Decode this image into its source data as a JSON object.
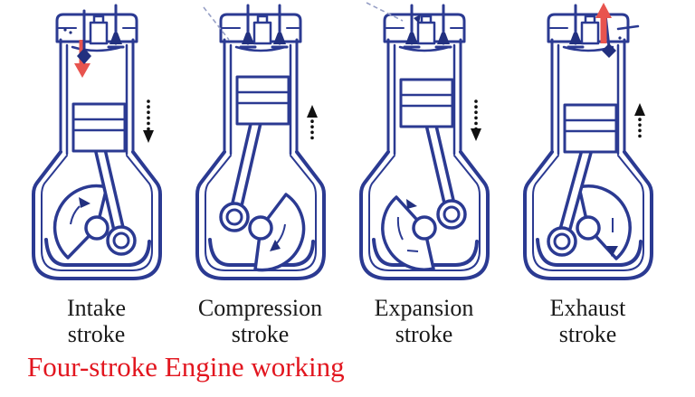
{
  "diagram_title": {
    "text": "Four-stroke Engine working",
    "color": "#e2161f"
  },
  "engines": [
    {
      "name": "Intake stroke",
      "label_line1": "Intake",
      "label_line2": "stroke",
      "piston_motion": "down",
      "valves": {
        "intake": "open",
        "exhaust": "closed"
      },
      "gas_flow": {
        "direction": "in",
        "arrow": "red downward arrow through open intake valve"
      },
      "crank_rotation": "clockwise"
    },
    {
      "name": "Compression stroke",
      "label_line1": "Compression",
      "label_line2": "stroke",
      "piston_motion": "up",
      "valves": {
        "intake": "closed",
        "exhaust": "closed"
      },
      "gas_flow": {
        "direction": "none"
      },
      "crank_rotation": "clockwise"
    },
    {
      "name": "Expansion stroke",
      "label_line1": "Expansion",
      "label_line2": "stroke",
      "piston_motion": "down",
      "valves": {
        "intake": "closed",
        "exhaust": "closed"
      },
      "gas_flow": {
        "direction": "none"
      },
      "crank_rotation": "clockwise"
    },
    {
      "name": "Exhaust stroke",
      "label_line1": "Exhaust",
      "label_line2": "stroke",
      "piston_motion": "up",
      "valves": {
        "intake": "closed",
        "exhaust": "open"
      },
      "gas_flow": {
        "direction": "out",
        "arrow": "red upward arrow out of open exhaust valve"
      },
      "crank_rotation": "clockwise"
    }
  ],
  "colors": {
    "outline": "#2b3a92",
    "valve_fill": "#22307f",
    "flow_arrow": "#e8544e",
    "motion_arrow": "#111111",
    "label_text": "#1a1a1a",
    "title_text": "#e2161f",
    "background": "#ffffff"
  }
}
